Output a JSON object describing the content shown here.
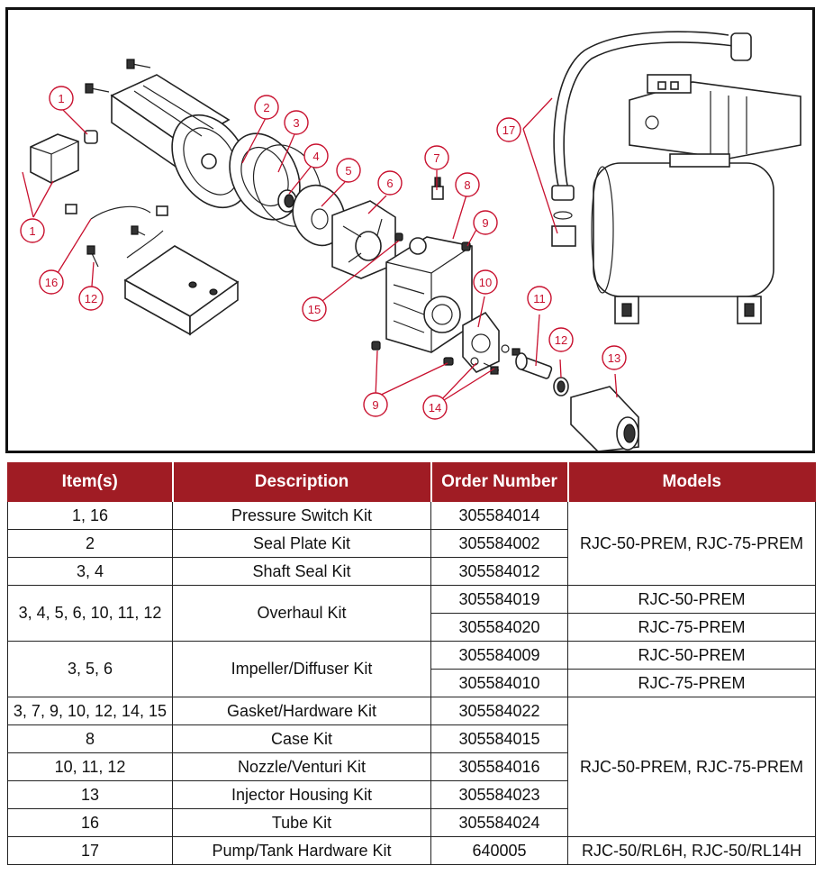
{
  "diagram": {
    "callouts": [
      "1",
      "1",
      "2",
      "3",
      "4",
      "5",
      "6",
      "7",
      "8",
      "9",
      "9",
      "10",
      "11",
      "12",
      "12",
      "13",
      "14",
      "15",
      "16",
      "17"
    ]
  },
  "table": {
    "headers": {
      "items": "Item(s)",
      "description": "Description",
      "order_number": "Order Number",
      "models": "Models"
    },
    "rows": [
      {
        "items": "1, 16",
        "description": "Pressure Switch Kit",
        "order_number": "305584014"
      },
      {
        "items": "2",
        "description": "Seal Plate Kit",
        "order_number": "305584002"
      },
      {
        "items": "3, 4",
        "description": "Shaft Seal Kit",
        "order_number": "305584012"
      },
      {
        "items": "3, 4, 5, 6, 10, 11, 12",
        "description": "Overhaul Kit",
        "order_number": "305584019",
        "order_number_2": "305584020"
      },
      {
        "items": "3, 5, 6",
        "description": "Impeller/Diffuser Kit",
        "order_number": "305584009",
        "order_number_2": "305584010"
      },
      {
        "items": "3, 7, 9, 10, 12, 14, 15",
        "description": "Gasket/Hardware Kit",
        "order_number": "305584022"
      },
      {
        "items": "8",
        "description": "Case Kit",
        "order_number": "305584015"
      },
      {
        "items": "10, 11, 12",
        "description": "Nozzle/Venturi Kit",
        "order_number": "305584016"
      },
      {
        "items": "13",
        "description": "Injector Housing Kit",
        "order_number": "305584023"
      },
      {
        "items": "16",
        "description": "Tube Kit",
        "order_number": "305584024"
      },
      {
        "items": "17",
        "description": "Pump/Tank Hardware Kit",
        "order_number": "640005"
      }
    ],
    "models": {
      "group_a": "RJC-50-PREM, RJC-75-PREM",
      "rjc50": "RJC-50-PREM",
      "rjc75": "RJC-75-PREM",
      "group_b": "RJC-50-PREM, RJC-75-PREM",
      "tank": "RJC-50/RL6H, RJC-50/RL14H"
    }
  }
}
